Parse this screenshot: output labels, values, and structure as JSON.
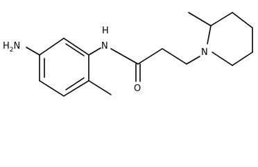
{
  "molecule": {
    "labels": {
      "amine_n": "H",
      "amine_sub": "2",
      "amine_n_letter": "N",
      "amide_n_h": "H",
      "amide_n": "N",
      "carbonyl_o": "O",
      "ring_n": "N"
    }
  }
}
